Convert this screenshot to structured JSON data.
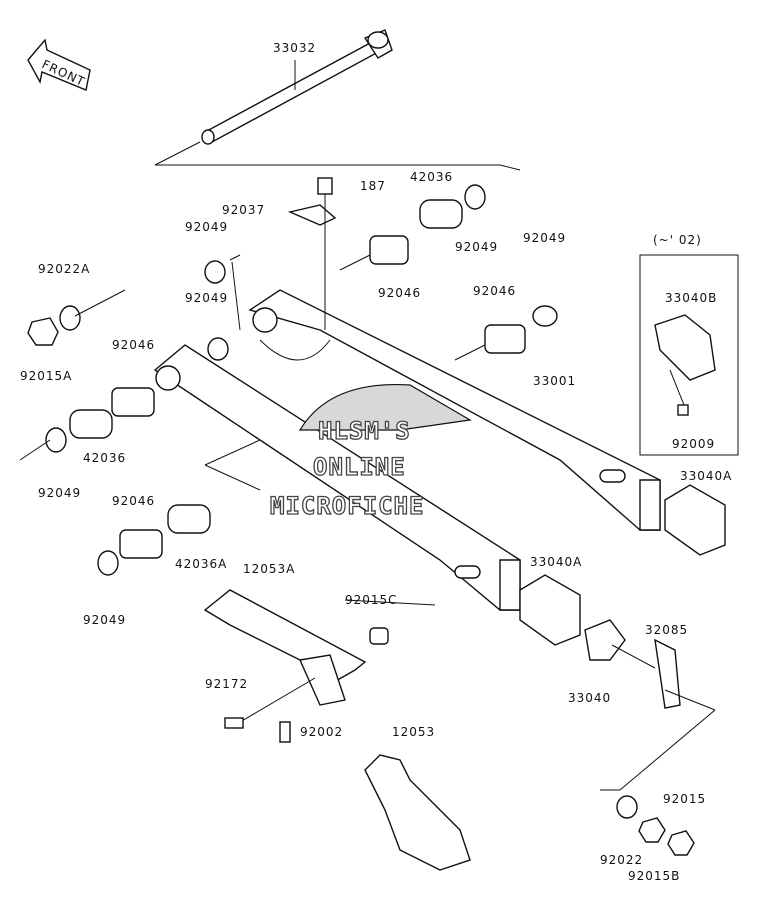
{
  "diagram": {
    "front_label": "FRONT",
    "watermark": [
      "HLSM'S",
      "ONLINE",
      "MICROFICHE"
    ],
    "variant_box_label": "(~' 02)",
    "parts": {
      "p33032": "33032",
      "p187": "187",
      "p92037": "92037",
      "p42036_top": "42036",
      "p92049_top_right": "92049",
      "p92049_left_a": "92049",
      "p92046_top": "92046",
      "p92049_right": "92049",
      "p92022A": "92022A",
      "p92049_left_b": "92049",
      "p92046_right": "92046",
      "p92015A": "92015A",
      "p92046_left": "92046",
      "p33001": "33001",
      "p33040B": "33040B",
      "p42036_left": "42036",
      "p92049_left_c": "92049",
      "p92009": "92009",
      "p33040A_right": "33040A",
      "p92046_lower": "92046",
      "p42036A": "42036A",
      "p12053A": "12053A",
      "p33040A_mid": "33040A",
      "p92015C": "92015C",
      "p92049_lower": "92049",
      "p32085": "32085",
      "p92172": "92172",
      "p33040": "33040",
      "p92002": "92002",
      "p12053": "12053",
      "p92015": "92015",
      "p92022": "92022",
      "p92015B": "92015B"
    }
  }
}
